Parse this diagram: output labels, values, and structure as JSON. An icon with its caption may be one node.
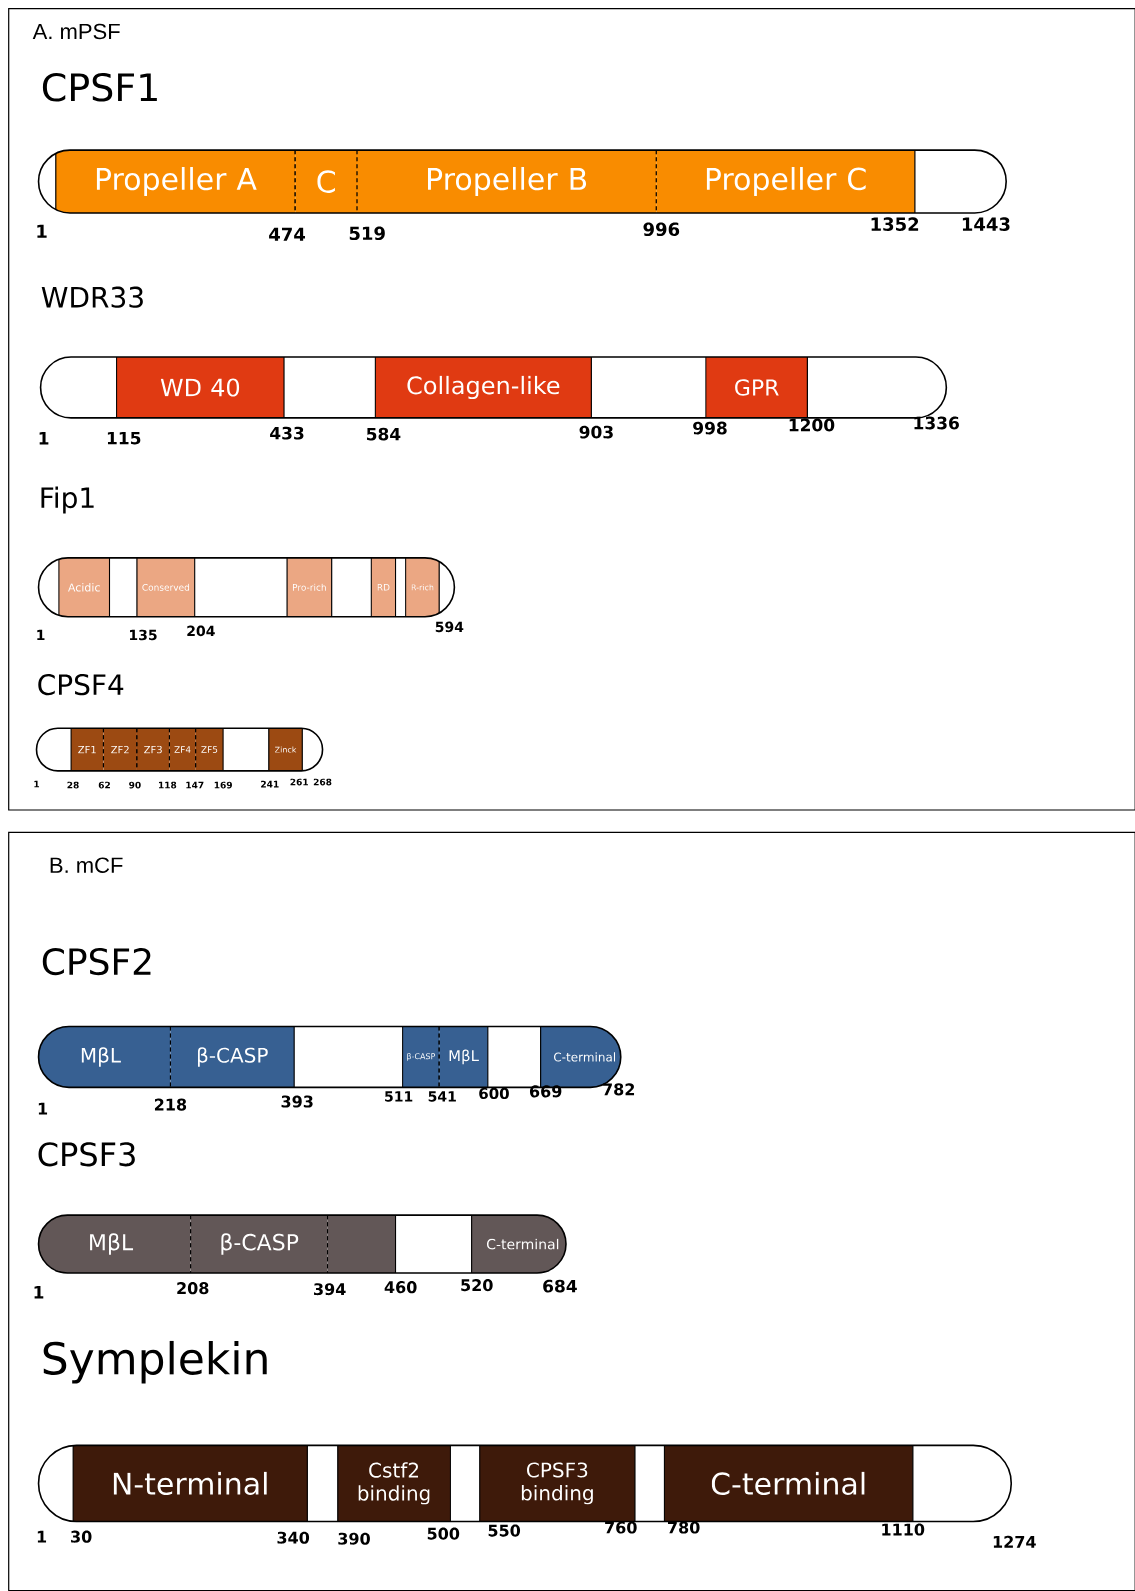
{
  "diagram": {
    "nodes": [
      {
        "text": [
          "A. mPSF"
        ]
      },
      {
        "text": [
          "CPSF1"
        ],
        "in": 0
      },
      {
        "text": [
          "Propeller A"
        ],
        "in": 1
      },
      {
        "text": [
          "C"
        ],
        "in": 1
      },
      {
        "text": [
          "Propeller B"
        ],
        "in": 1
      },
      {
        "text": [
          "Propeller C"
        ],
        "in": 1
      },
      {
        "text": [
          "WDR33"
        ],
        "in": 0
      },
      {
        "text": [
          "WD 40"
        ],
        "in": 6
      },
      {
        "text": [
          "Collagen-like"
        ],
        "in": 6
      },
      {
        "text": [
          "GPR"
        ],
        "in": 6
      },
      {
        "text": [
          "Fip1"
        ],
        "in": 0
      },
      {
        "text": [
          "Acidic"
        ],
        "in": 10
      },
      {
        "text": [
          "Conserved"
        ],
        "in": 10
      },
      {
        "text": [
          "Pro-rich"
        ],
        "in": 10
      },
      {
        "text": [
          "RD"
        ],
        "in": 10
      },
      {
        "text": [
          "R-rich"
        ],
        "in": 10
      },
      {
        "text": [
          "CPSF4"
        ],
        "in": 0
      },
      {
        "text": [
          "ZF1"
        ],
        "in": 16
      },
      {
        "text": [
          "ZF2"
        ],
        "in": 16
      },
      {
        "text": [
          "ZF3"
        ],
        "in": 16
      },
      {
        "text": [
          "ZF4"
        ],
        "in": 16
      },
      {
        "text": [
          "ZF5"
        ],
        "in": 16
      },
      {
        "text": [
          "Zinck"
        ],
        "in": 16
      },
      {
        "text": [
          "B. mCF"
        ]
      },
      {
        "text": [
          "CPSF2"
        ],
        "in": 23
      },
      {
        "text": [
          "MβL"
        ],
        "in": 24
      },
      {
        "text": [
          "β-CASP"
        ],
        "in": 24
      },
      {
        "text": [
          "β-CASP"
        ],
        "in": 24
      },
      {
        "text": [
          "MβL"
        ],
        "in": 24
      },
      {
        "text": [
          "C-terminal"
        ],
        "in": 24
      },
      {
        "text": [
          "CPSF3"
        ],
        "in": 23
      },
      {
        "text": [
          "MβL"
        ],
        "in": 30
      },
      {
        "text": [
          "β-CASP"
        ],
        "in": 30
      },
      {
        "text": [],
        "shape": "box",
        "in": 30
      },
      {
        "text": [
          "C-terminal"
        ],
        "in": 30
      },
      {
        "text": [
          "Symplekin"
        ],
        "in": 23
      },
      {
        "text": [
          "N-terminal"
        ],
        "in": 35
      },
      {
        "text": [
          "Cstf2 binding"
        ],
        "in": 35
      },
      {
        "text": [
          "CPSF3 binding"
        ],
        "in": 35
      },
      {
        "text": [
          "C-terminal"
        ],
        "in": 35
      }
    ],
    "labels": [
      "1",
      "474",
      "519",
      "996",
      "1352",
      "1443",
      "1",
      "115",
      "433",
      "584",
      "903",
      "998",
      "1200",
      "1336",
      "1",
      "135",
      "204",
      "594",
      "1",
      "28",
      "62",
      "90",
      "118",
      "147",
      "169",
      "241",
      "261",
      "268",
      "1",
      "218",
      "393",
      "511",
      "541",
      "600",
      "669",
      "782",
      "1",
      "208",
      "394",
      "460",
      "520",
      "684",
      "1",
      "30",
      "340",
      "390",
      "500",
      "550",
      "760",
      "780",
      "1110",
      "1274"
    ]
  }
}
